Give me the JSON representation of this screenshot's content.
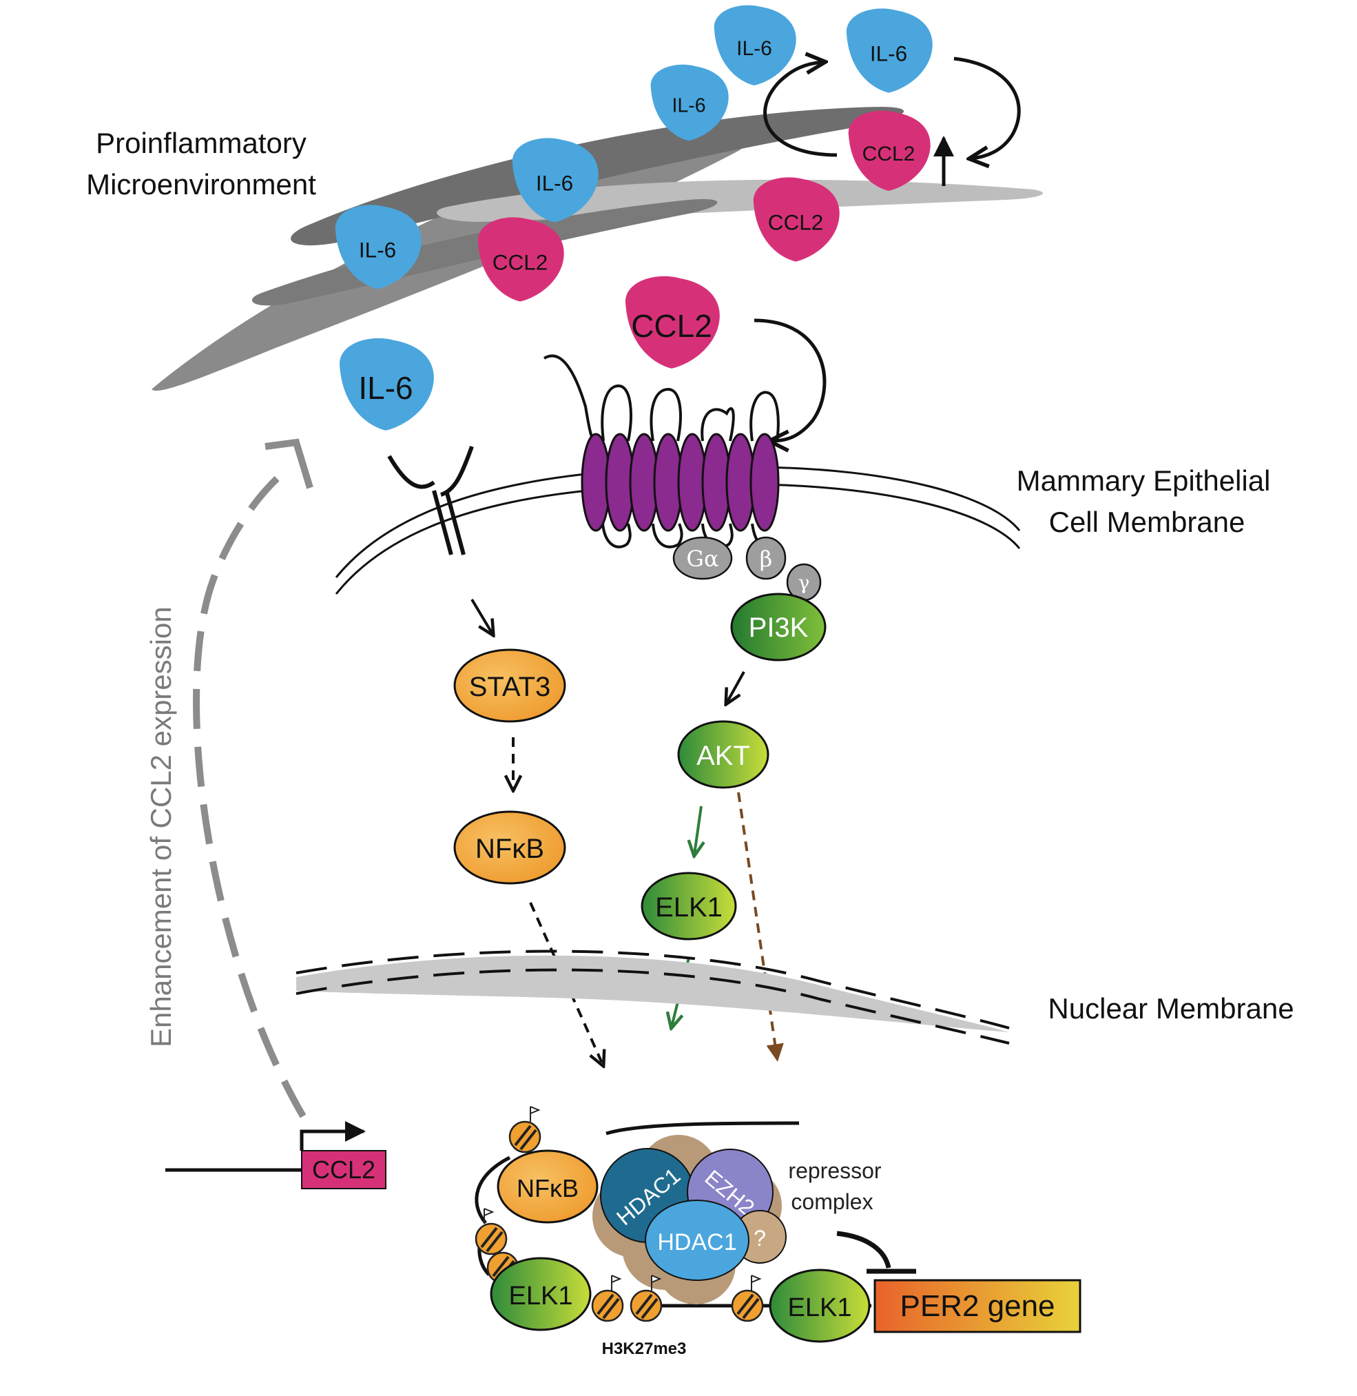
{
  "labels": {
    "microenv_line1": "Proinflammatory",
    "microenv_line2": "Microenvironment",
    "membrane_line1": "Mammary Epithelial",
    "membrane_line2": "Cell Membrane",
    "nuclear_membrane": "Nuclear Membrane",
    "feedback": "Enhancement of CCL2 expression",
    "repressor_line1": "repressor",
    "repressor_line2": "complex",
    "histone_mark": "H3K27me3"
  },
  "molecules": {
    "il6": "IL-6",
    "ccl2": "CCL2",
    "galpha": "Gα",
    "beta": "β",
    "gamma": "γ",
    "pi3k": "PI3K",
    "akt": "AKT",
    "elk1": "ELK1",
    "stat3": "STAT3",
    "nfkb": "NFκB",
    "hdac1": "HDAC1",
    "ezh2": "EZH2",
    "unknown": "?"
  },
  "genes": {
    "ccl2": "CCL2",
    "per2": "PER2 gene"
  },
  "colors": {
    "il6": "#4aa6dd",
    "ccl2": "#d63178",
    "receptor": "#8b2a8f",
    "stat_nfkb": "#f2a93b",
    "green_dark": "#2e8b3a",
    "green_light": "#b8d93a",
    "fibroblast_dark": "#7d7d7d",
    "fibroblast_light": "#b5b5b5",
    "nuclear_membrane": "#c9c9c9",
    "feedback_arrow": "#8c8c8c",
    "akt_dashed": "#7a4a22",
    "hdac1_dark": "#1f6b8f",
    "ezh2": "#8a84c9",
    "complex_tan": "#b89a78",
    "per2_gradient_start": "#e8632a",
    "per2_gradient_end": "#e8d23a"
  },
  "icons": [
    "ligand-blob-icon",
    "gpcr-7tm-icon",
    "cytokine-receptor-icon",
    "nucleosome-icon",
    "promoter-arrow-icon",
    "inhibition-bar-icon"
  ]
}
